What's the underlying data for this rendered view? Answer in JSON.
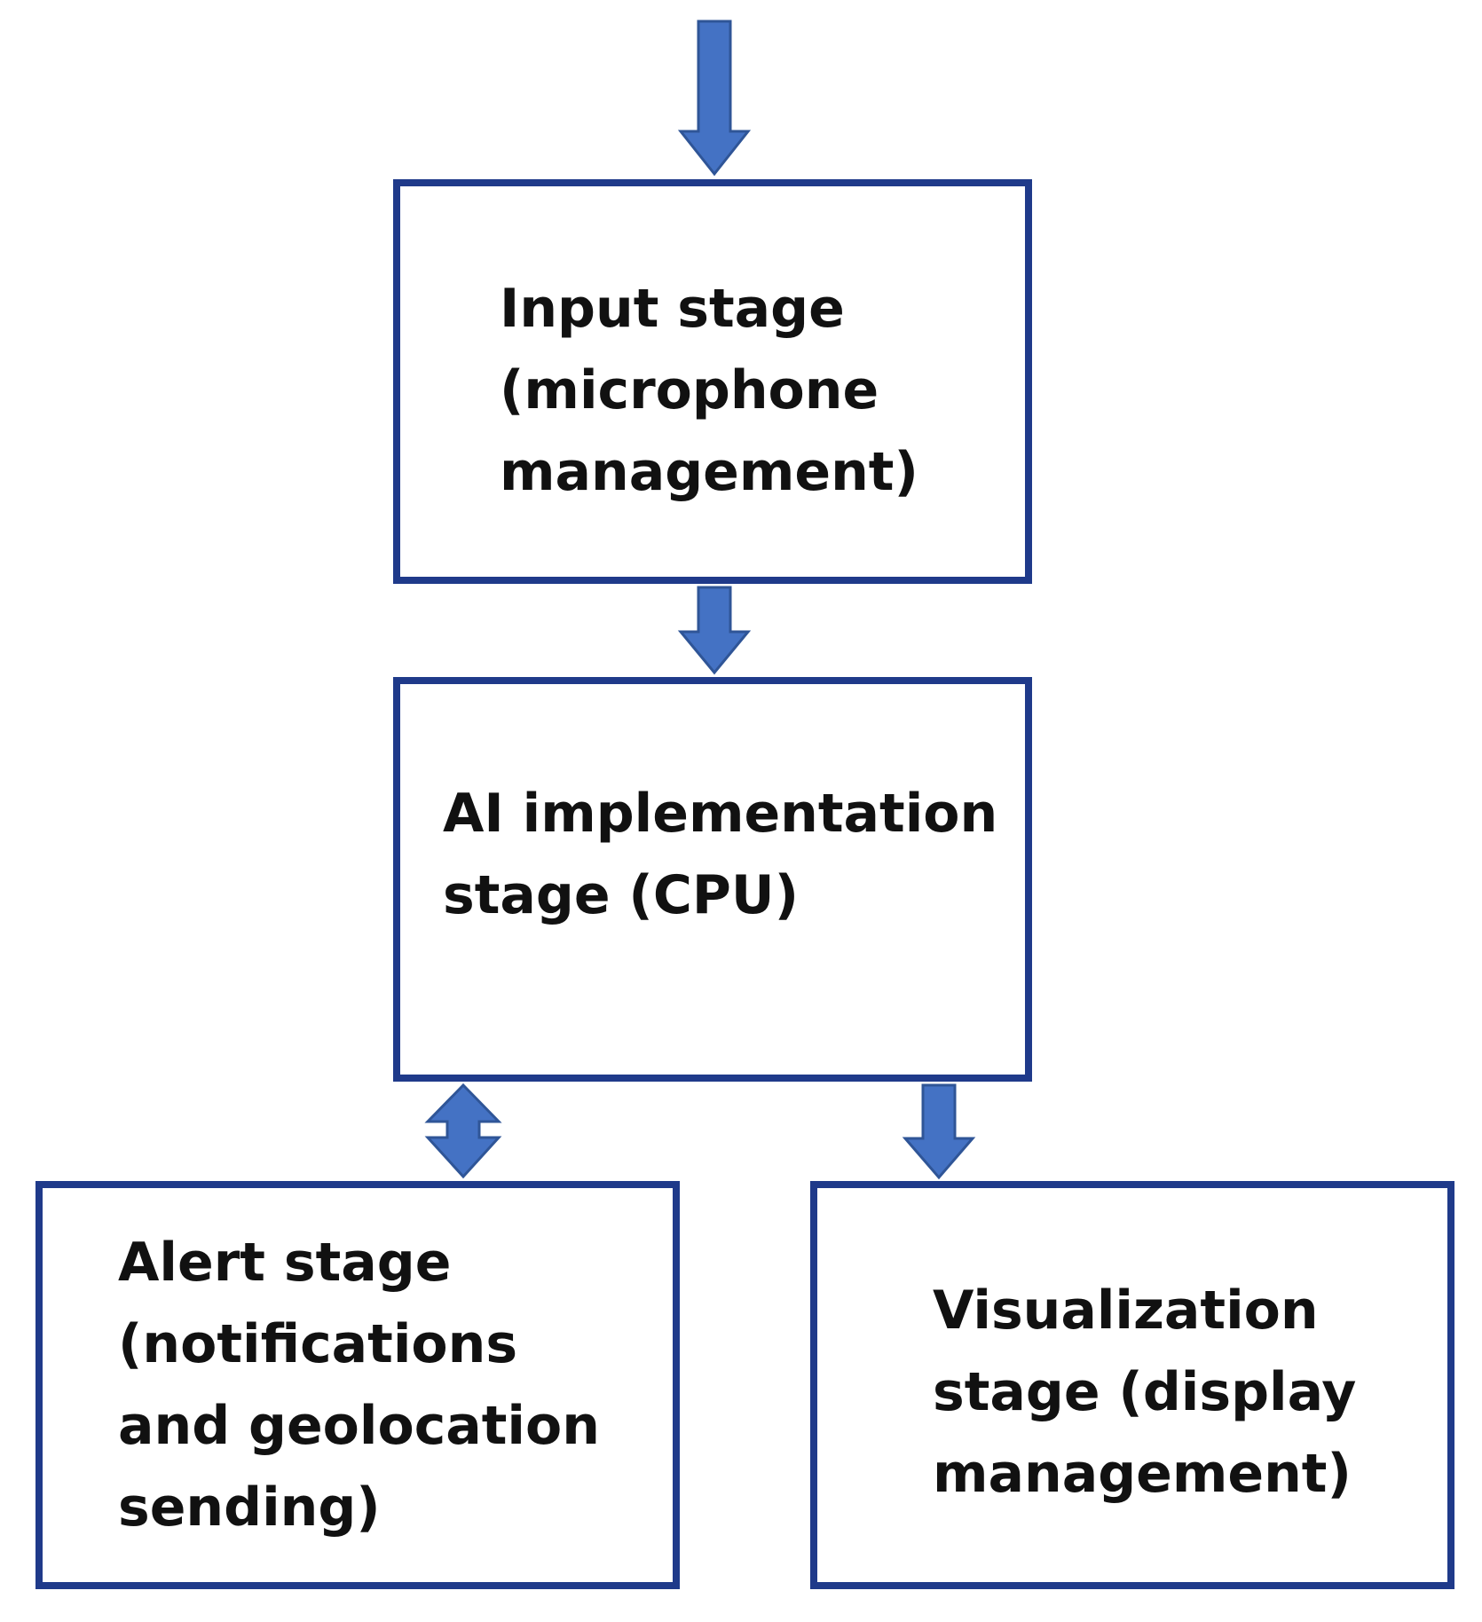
{
  "colors": {
    "arrow_fill": "#4472c4",
    "arrow_stroke": "#2f5597",
    "box_border": "#1f3a8a",
    "text": "#111111"
  },
  "stages": {
    "input": {
      "lines": [
        "Input stage",
        "(microphone",
        "management)"
      ]
    },
    "ai": {
      "lines": [
        "AI implementation",
        "stage (CPU)"
      ]
    },
    "alert": {
      "lines": [
        "Alert stage",
        "(notifications",
        "and geolocation",
        "sending)"
      ]
    },
    "visualization": {
      "lines": [
        "Visualization",
        "stage (display",
        "management)"
      ]
    }
  },
  "connections": [
    {
      "from": "",
      "to": "input",
      "direction": "down"
    },
    {
      "from": "input",
      "to": "ai",
      "direction": "down"
    },
    {
      "from": "ai",
      "to": "alert",
      "direction": "bidirectional"
    },
    {
      "from": "ai",
      "to": "visualization",
      "direction": "down"
    }
  ]
}
